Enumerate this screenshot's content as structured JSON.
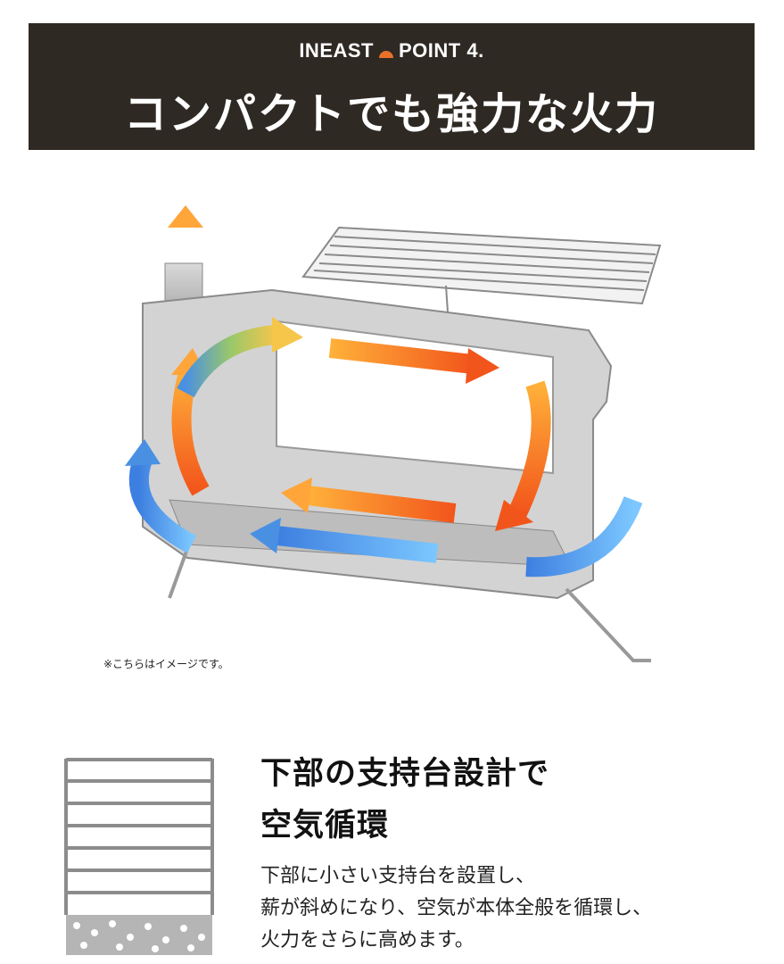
{
  "header": {
    "brand": "INEAST",
    "point": "POINT 4.",
    "headline": "コンパクトでも強力な火力",
    "background_color": "#2f2924",
    "dome_color": "#e8712a"
  },
  "illustration": {
    "caption": "※こちらはイメージです。",
    "hot_flow_color": "#f07b1c",
    "cool_flow_color": "#4a90e2"
  },
  "feature": {
    "title_line1": "下部の支持台設計で",
    "title_line2": "空気循環",
    "body_line1": "下部に小さい支持台を設置し、",
    "body_line2": "薪が斜めになり、空気が本体全般を循環し、",
    "body_line3": "火力をさらに高めます。"
  }
}
